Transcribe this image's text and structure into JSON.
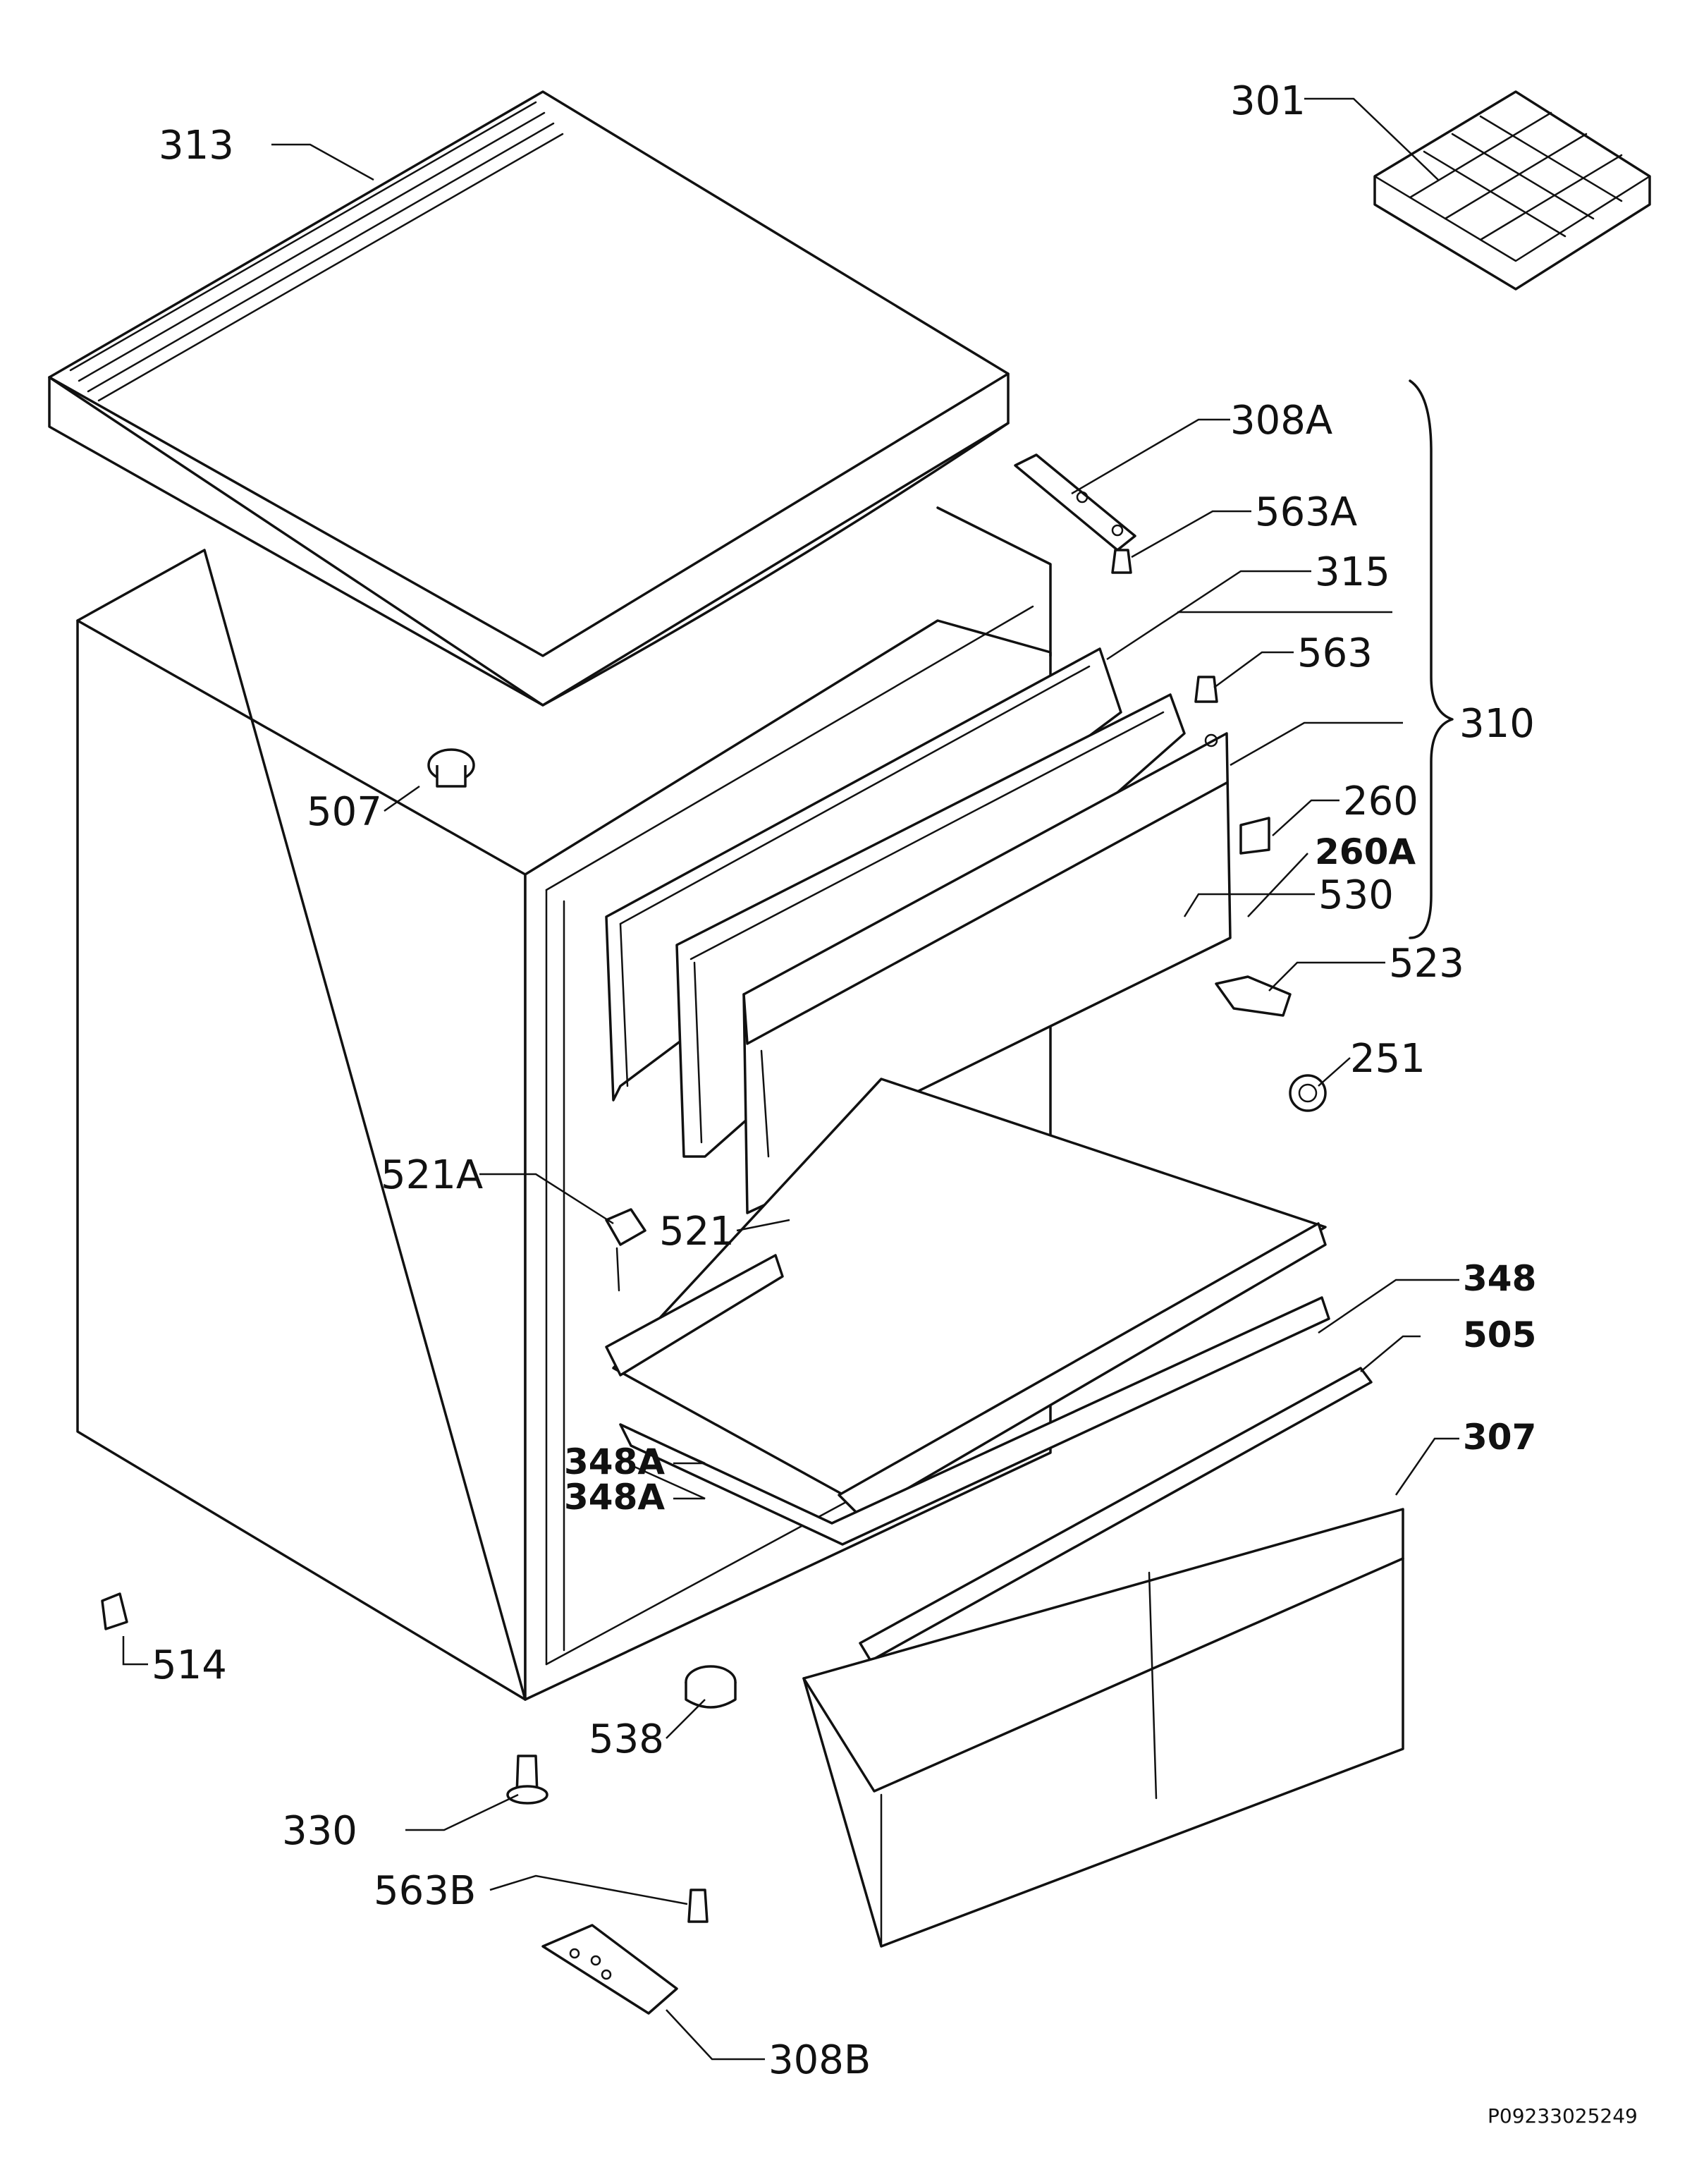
{
  "labels": {
    "p301": "301",
    "p313": "313",
    "p308A": "308A",
    "p563A": "563A",
    "p315": "315",
    "p563": "563",
    "p310": "310",
    "p260": "260",
    "p260A": "260A",
    "p530": "530",
    "p523": "523",
    "p251": "251",
    "p507": "507",
    "p521A": "521A",
    "p521": "521",
    "p348": "348",
    "p505": "505",
    "p307": "307",
    "p348A_1": "348A",
    "p348A_2": "348A",
    "p514": "514",
    "p538": "538",
    "p330": "330",
    "p563B": "563B",
    "p308B": "308B"
  },
  "drawing_code": "P09233025249"
}
